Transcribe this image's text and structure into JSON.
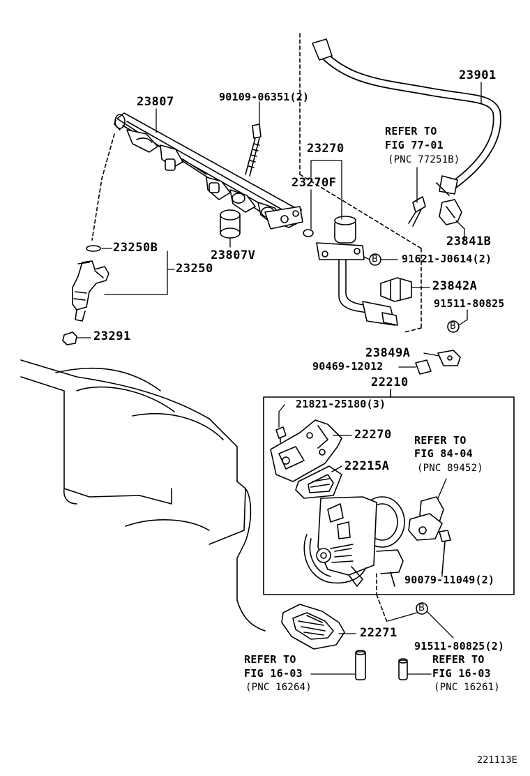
{
  "labels": {
    "p23807": "23807",
    "p90109": "90109-06351(2)",
    "p23901": "23901",
    "ref77_l1": "REFER TO",
    "ref77_l2": "FIG 77-01",
    "ref77_l3": "(PNC 77251B)",
    "p23270": "23270",
    "p23270F": "23270F",
    "p23841B": "23841B",
    "p91621": "91621-J0614(2)",
    "p23842A": "23842A",
    "p91511a": "91511-80825",
    "p23250B": "23250B",
    "p23250": "23250",
    "p23807V": "23807V",
    "p23291": "23291",
    "p23849A": "23849A",
    "p90469": "90469-12012",
    "p22210": "22210",
    "p21821": "21821-25180(3)",
    "p22270": "22270",
    "p22215A": "22215A",
    "ref84_l1": "REFER TO",
    "ref84_l2": "FIG 84-04",
    "ref84_l3": "(PNC 89452)",
    "p90079": "90079-11049(2)",
    "p22271": "22271",
    "p91511b": "91511-80825(2)",
    "ref16a_l1": "REFER TO",
    "ref16a_l2": "FIG 16-03",
    "ref16a_l3": "(PNC 16264)",
    "ref16b_l1": "REFER TO",
    "ref16b_l2": "FIG 16-03",
    "ref16b_l3": "(PNC 16261)",
    "fig_code": "221113E"
  },
  "markers": {
    "b1": "B",
    "b2": "B",
    "b3": "B"
  }
}
